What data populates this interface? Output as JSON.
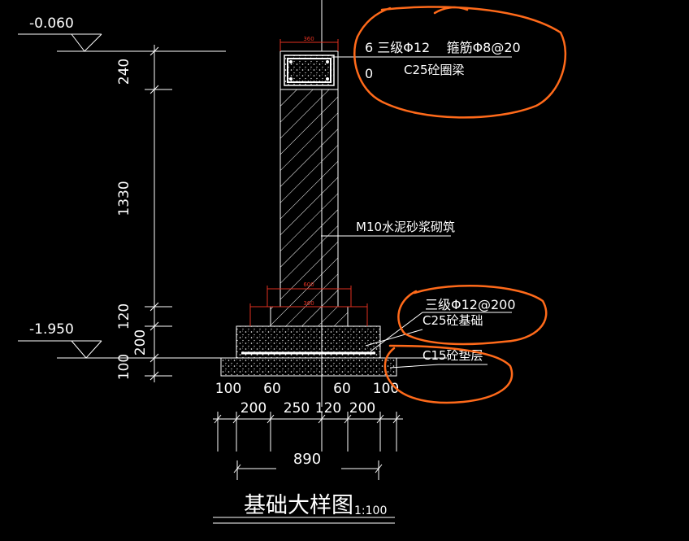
{
  "canvas": {
    "background": "#000000"
  },
  "colors": {
    "line": "#ffffff",
    "red_dim": "#e03020",
    "markup": "#ff6a1a"
  },
  "elevations": {
    "top": "-0.060",
    "bottom": "-1.950"
  },
  "vertical_dims": [
    "240",
    "1330",
    "120",
    "200",
    "100"
  ],
  "horizontal_dims": {
    "row1": [
      "100",
      "60",
      "60",
      "100"
    ],
    "row2": [
      "200",
      "250",
      "120",
      "200"
    ],
    "total": "890"
  },
  "red_dims": {
    "beam_width": "360",
    "step_upper": "600",
    "step_lower": "360"
  },
  "labels": {
    "ring_beam_rebar": "6 三级Φ12    箍筋Φ8@20",
    "ring_beam_rebar_tail": "0",
    "ring_beam_material": "C25砼圈梁",
    "masonry": "M10水泥砂浆砌筑",
    "footing_rebar": "三级Φ12@200",
    "footing_material": "C25砼基础",
    "cushion": "C15砼垫层"
  },
  "title": {
    "text": "基础大样图",
    "scale": "1:100"
  }
}
